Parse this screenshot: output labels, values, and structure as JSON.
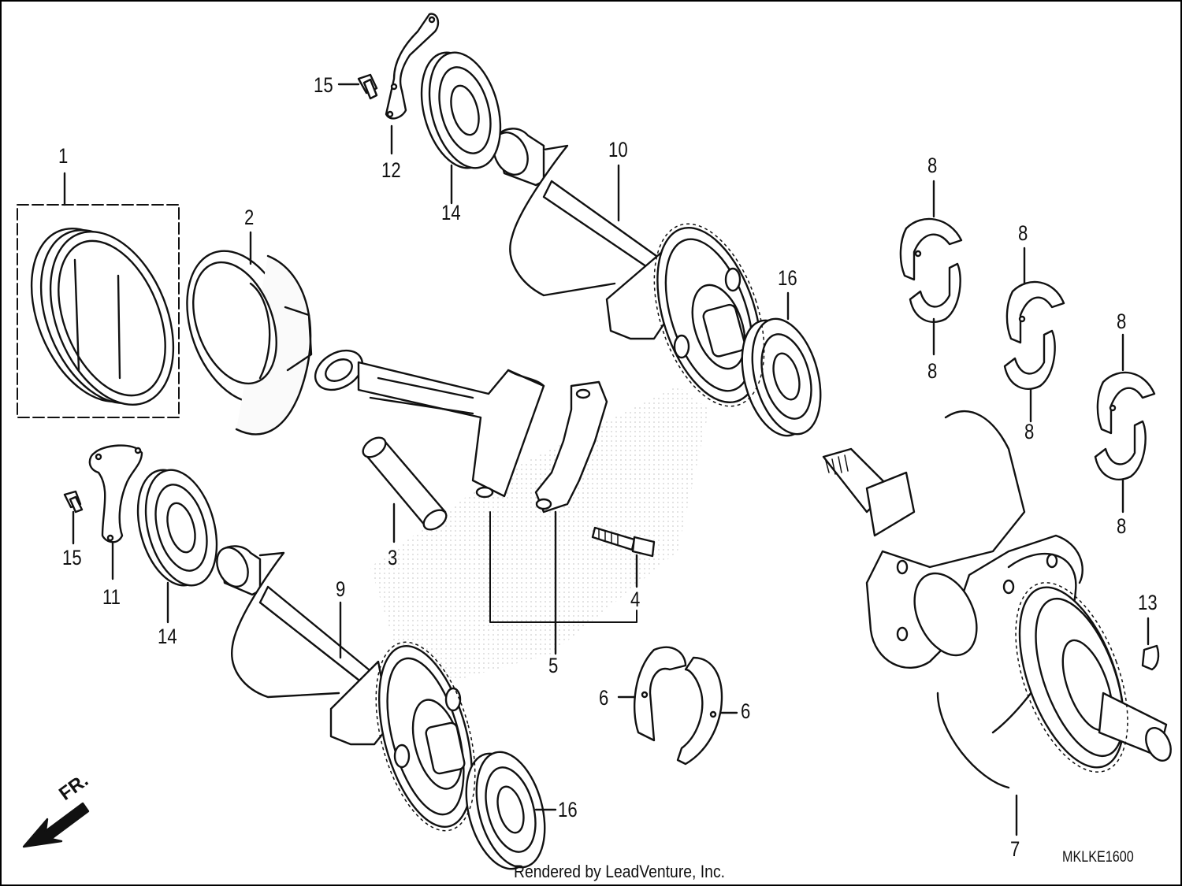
{
  "callouts": [
    {
      "id": "c1",
      "text": "1"
    },
    {
      "id": "c2",
      "text": "2"
    },
    {
      "id": "c3",
      "text": "3"
    },
    {
      "id": "c4",
      "text": "4"
    },
    {
      "id": "c5",
      "text": "5"
    },
    {
      "id": "c6a",
      "text": "6"
    },
    {
      "id": "c6b",
      "text": "6"
    },
    {
      "id": "c7",
      "text": "7"
    },
    {
      "id": "c8a",
      "text": "8"
    },
    {
      "id": "c8b",
      "text": "8"
    },
    {
      "id": "c8c",
      "text": "8"
    },
    {
      "id": "c8d",
      "text": "8"
    },
    {
      "id": "c8e",
      "text": "8"
    },
    {
      "id": "c8f",
      "text": "8"
    },
    {
      "id": "c9",
      "text": "9"
    },
    {
      "id": "c10",
      "text": "10"
    },
    {
      "id": "c11",
      "text": "11"
    },
    {
      "id": "c12",
      "text": "12"
    },
    {
      "id": "c13",
      "text": "13"
    },
    {
      "id": "c14a",
      "text": "14"
    },
    {
      "id": "c14b",
      "text": "14"
    },
    {
      "id": "c15a",
      "text": "15"
    },
    {
      "id": "c15b",
      "text": "15"
    },
    {
      "id": "c16a",
      "text": "16"
    },
    {
      "id": "c16b",
      "text": "16"
    }
  ],
  "front_indicator": "FR.",
  "drawing_code": "MKLKE1600",
  "credit": "Rendered by LeadVenture, Inc."
}
